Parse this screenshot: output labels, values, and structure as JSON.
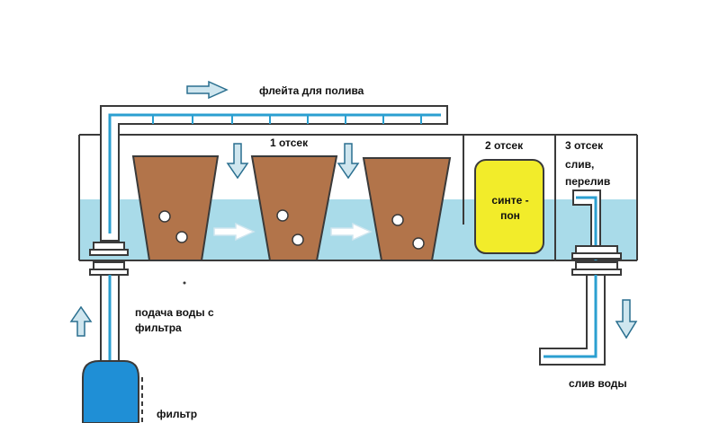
{
  "labels": {
    "flute": "флейта для полива",
    "compartment1": "1 отсек",
    "compartment2": "2 отсек",
    "compartment3_line1": "3 отсек",
    "compartment3_line2": "слив,",
    "compartment3_line3": "перелив",
    "sponge_line1": "синте -",
    "sponge_line2": "пон",
    "supply_line1": "подача воды с",
    "supply_line2": "фильтра",
    "filter": "фильтр",
    "drain": "слив воды"
  },
  "colors": {
    "water": "#a9dbe9",
    "pipe_fill": "#ffffff",
    "pipe_stroke": "#3a3a3a",
    "flow_line": "#2b9fd0",
    "pot": "#b2744a",
    "sponge": "#f2ec2a",
    "filter_body": "#1f8fd6",
    "flow_arrow": "#cfe6ef",
    "arrow_outline": "#2a6f8f"
  }
}
